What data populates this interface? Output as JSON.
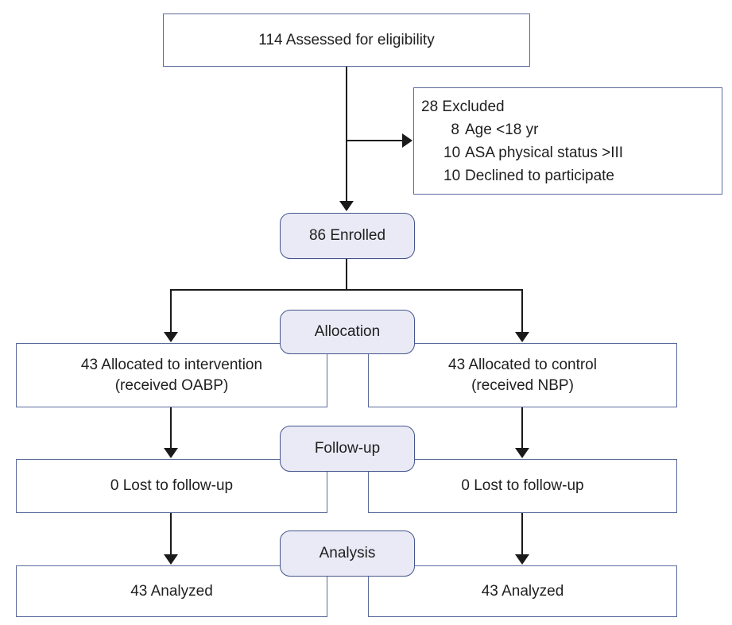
{
  "flow": {
    "assessed": {
      "label": "114 Assessed for eligibility"
    },
    "excluded": {
      "header": "28 Excluded",
      "items": [
        {
          "num": "8",
          "label": "Age <18 yr"
        },
        {
          "num": "10",
          "label": "ASA physical status >III"
        },
        {
          "num": "10",
          "label": "Declined to participate"
        }
      ]
    },
    "enrolled": {
      "label": "86 Enrolled"
    },
    "stages": {
      "allocation": {
        "label": "Allocation",
        "left": {
          "line1": "43 Allocated to intervention",
          "line2": "(received OABP)"
        },
        "right": {
          "line1": "43 Allocated to control",
          "line2": "(received NBP)"
        }
      },
      "followup": {
        "label": "Follow-up",
        "left": {
          "line1": "0 Lost to follow-up"
        },
        "right": {
          "line1": "0 Lost to follow-up"
        }
      },
      "analysis": {
        "label": "Analysis",
        "left": {
          "line1": "43 Analyzed"
        },
        "right": {
          "line1": "43 Analyzed"
        }
      }
    },
    "colors": {
      "box_border": "#5c6a9c",
      "pill_border": "#45558c",
      "pill_fill": "#e9eaf5",
      "line": "#1a1a1a",
      "text": "#1f1f1f"
    }
  }
}
